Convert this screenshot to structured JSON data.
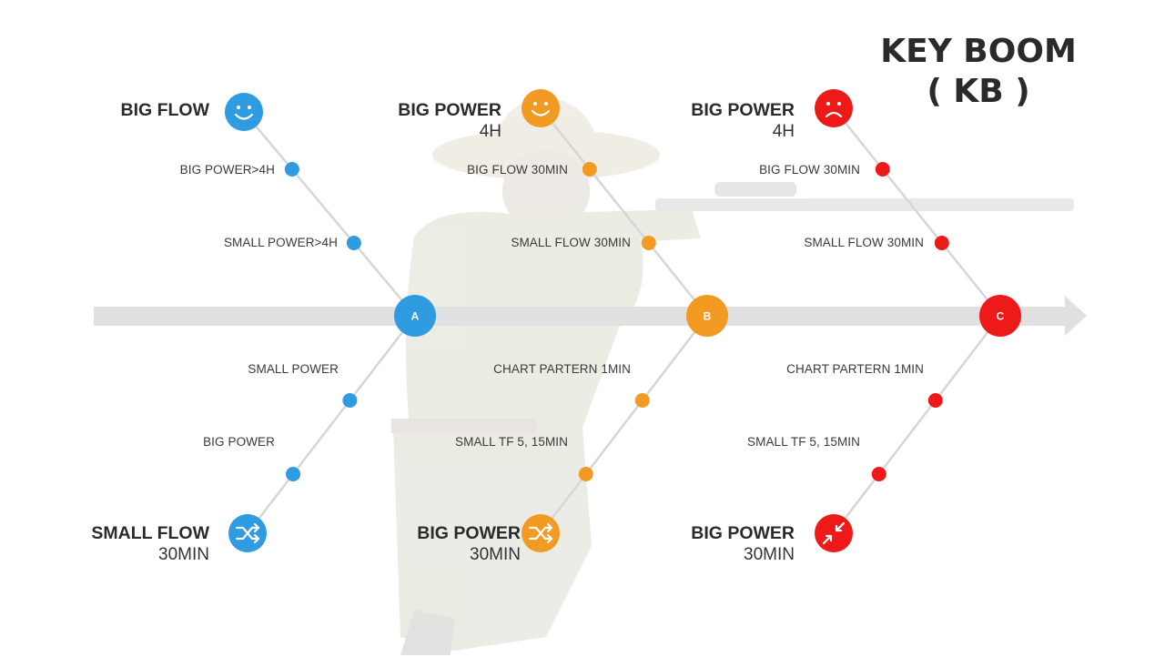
{
  "title": {
    "line1": "KEY BOOM",
    "line2": "( KB )"
  },
  "colors": {
    "a": "#2f9be0",
    "b": "#f29a22",
    "c": "#ee1a1a",
    "spine": "#e0e0e0",
    "bone": "#d6d6d6"
  },
  "branches": [
    {
      "node": "A",
      "top": {
        "title": "BIG FLOW",
        "sub": "",
        "icon": "smile-icon",
        "items": [
          "BIG POWER>4H",
          "SMALL POWER>4H"
        ]
      },
      "bottom": {
        "title": "SMALL FLOW",
        "sub": "30MIN",
        "icon": "shuffle-icon",
        "items": [
          "SMALL POWER",
          "BIG POWER"
        ]
      }
    },
    {
      "node": "B",
      "top": {
        "title": "BIG POWER",
        "sub": "4H",
        "icon": "smile-icon",
        "items": [
          "BIG FLOW 30MIN",
          "SMALL FLOW 30MIN"
        ]
      },
      "bottom": {
        "title": "BIG POWER",
        "sub": "30MIN",
        "icon": "shuffle-icon",
        "items": [
          "CHART PARTERN 1MIN",
          "SMALL TF 5, 15MIN"
        ]
      }
    },
    {
      "node": "C",
      "top": {
        "title": "BIG POWER",
        "sub": "4H",
        "icon": "sad-icon",
        "items": [
          "BIG FLOW 30MIN",
          "SMALL FLOW 30MIN"
        ]
      },
      "bottom": {
        "title": "BIG POWER",
        "sub": "30MIN",
        "icon": "collapse-icon",
        "items": [
          "CHART PARTERN 1MIN",
          "SMALL TF 5, 15MIN"
        ]
      }
    }
  ]
}
